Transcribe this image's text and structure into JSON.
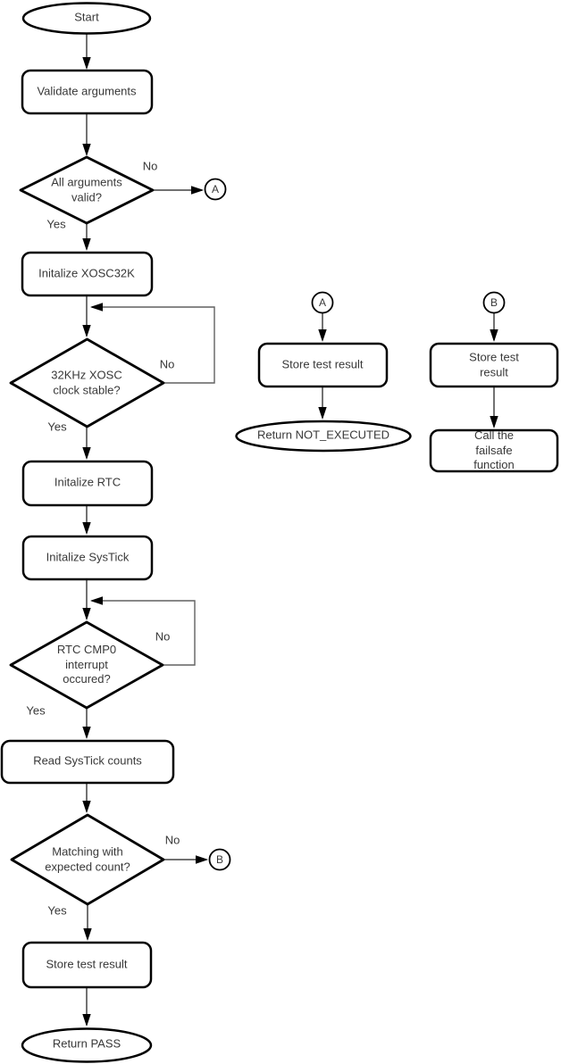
{
  "diagram": {
    "type": "flowchart",
    "colors": {
      "background": "#ffffff",
      "shape_stroke": "#000000",
      "shape_fill": "#ffffff",
      "edge_stroke": "#424242",
      "loop_edge_stroke": "#616161",
      "text": "#383838"
    },
    "nodes": {
      "start": {
        "shape": "terminator",
        "label": "Start"
      },
      "validate_arguments": {
        "shape": "process",
        "label": "Validate arguments"
      },
      "all_arguments_valid": {
        "shape": "decision",
        "label": "All arguments\nvalid?"
      },
      "initalize_xosc32k": {
        "shape": "process",
        "label": "Initalize XOSC32K"
      },
      "xosc_clock_stable": {
        "shape": "decision",
        "label": "32KHz XOSC\nclock stable?"
      },
      "initalize_rtc": {
        "shape": "process",
        "label": "Initalize RTC"
      },
      "initalize_systick": {
        "shape": "process",
        "label": "Initalize SysTick"
      },
      "rtc_cmp0_interrupt": {
        "shape": "decision",
        "label": "RTC CMP0\ninterrupt\noccured?"
      },
      "read_systick_counts": {
        "shape": "process",
        "label": "Read SysTick counts"
      },
      "matching_expected_count": {
        "shape": "decision",
        "label": "Matching with\nexpected count?"
      },
      "store_test_result_main": {
        "shape": "process",
        "label": "Store test result"
      },
      "return_pass": {
        "shape": "terminator",
        "label": "Return PASS"
      },
      "store_test_result_a": {
        "shape": "process",
        "label": "Store test result"
      },
      "return_not_executed": {
        "shape": "terminator",
        "label": "Return NOT_EXECUTED"
      },
      "store_test_result_b": {
        "shape": "process",
        "label": "Store test result"
      },
      "call_failsafe_function": {
        "shape": "process",
        "label": "Call the failsafe\nfunction"
      }
    },
    "connectors": {
      "a": "A",
      "b": "B"
    },
    "decision_labels": {
      "yes": "Yes",
      "no": "No"
    }
  }
}
